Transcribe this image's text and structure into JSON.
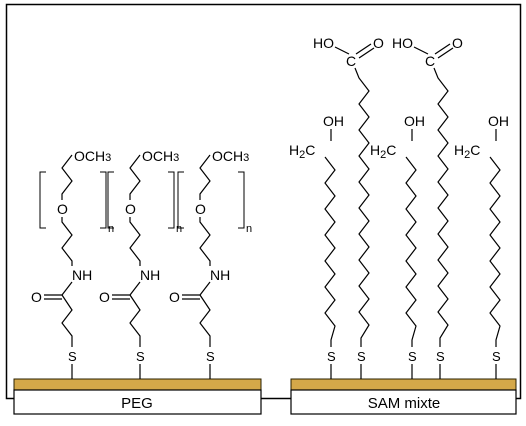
{
  "surfaces": {
    "peg_label": "PEG",
    "sam_label": "SAM mixte",
    "gold_color": "#d4a849",
    "gold_border": "#2a2000"
  },
  "peg_chain": {
    "methoxy": "OCH",
    "methoxy_sub": "3",
    "ether_oxygen": "O",
    "repeat_index": "n",
    "amide_nh": "NH",
    "carbonyl_o": "O",
    "thiol_s": "S"
  },
  "sam_chain": {
    "hydroxyl": "OH",
    "methylene_h": "H",
    "methylene_sub": "2",
    "methylene_c": "C",
    "acid_ho": "HO",
    "acid_c": "C",
    "acid_o": "O",
    "thiol_s": "S"
  }
}
